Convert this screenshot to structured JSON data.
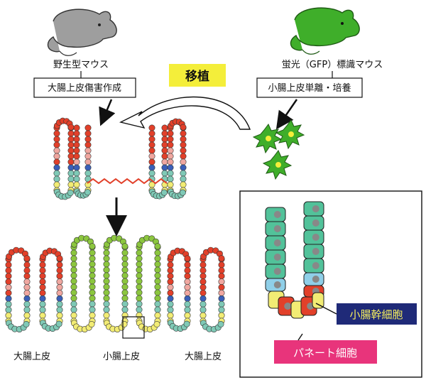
{
  "donor": {
    "left_mouse_label": "野生型マウス",
    "right_mouse_label": "蛍光（GFP）標識マウス"
  },
  "steps": {
    "left_box": "大腸上皮傷害作成",
    "right_box": "小腸上皮単離・培養",
    "transplant": "移植"
  },
  "tissue_labels": {
    "left": "大腸上皮",
    "center": "小腸上皮",
    "right": "大腸上皮"
  },
  "inset": {
    "stem_cell_label": "小腸幹細胞",
    "paneth_cell_label": "パネート細胞"
  },
  "colors": {
    "wild_mouse": "#9e9e9e",
    "gfp_mouse": "#3fae2a",
    "transplant_highlight": "#f4ee3a",
    "colon_cell": "#e2402a",
    "colon_cell_pink": "#f0a7a0",
    "blue_cell": "#3a5fb8",
    "teal_cell": "#7fc9b6",
    "green_epithelium": "#8cc63f",
    "inset_cell": "#52c29a",
    "stem_label_bg": "#1f2a78",
    "stem_label_text": "#f6ef5e",
    "paneth_label_bg": "#e8347b",
    "paneth_label_text": "#ffffff",
    "yellow_cell": "#f2ec74",
    "light_blue_cell": "#8fcfe8"
  }
}
